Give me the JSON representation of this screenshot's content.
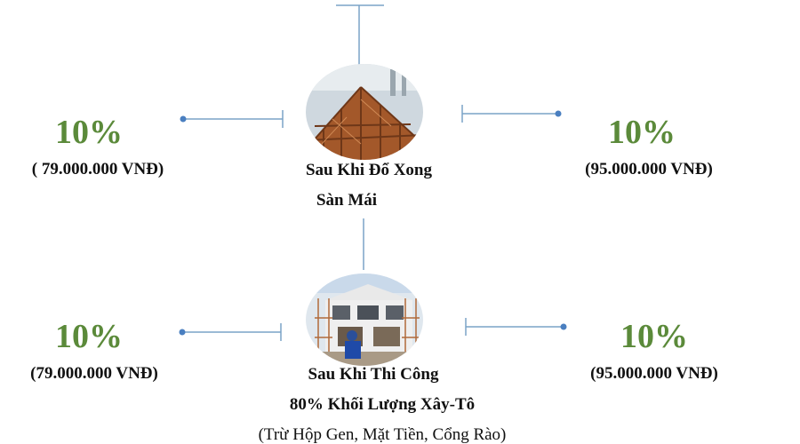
{
  "stage1": {
    "left_percent": "10%",
    "left_amount": "( 79.000.000 VNĐ)",
    "right_percent": "10%",
    "right_amount": "(95.000.000 VNĐ)",
    "caption_line1": "Sau Khi Đổ Xong",
    "caption_line2": "Sàn Mái"
  },
  "stage2": {
    "left_percent": "10%",
    "left_amount": "(79.000.000 VNĐ)",
    "right_percent": "10%",
    "right_amount": "(95.000.000 VNĐ)",
    "caption_line1": "Sau Khi Thi Công",
    "caption_line2": "80% Khối Lượng Xây-Tô",
    "caption_note": "(Trừ Hộp Gen, Mặt Tiền, Cổng Rào)"
  },
  "colors": {
    "percent": "#5b8a3a",
    "connector": "#7aa3c7",
    "dot": "#4a7fc0",
    "text": "#111111"
  }
}
